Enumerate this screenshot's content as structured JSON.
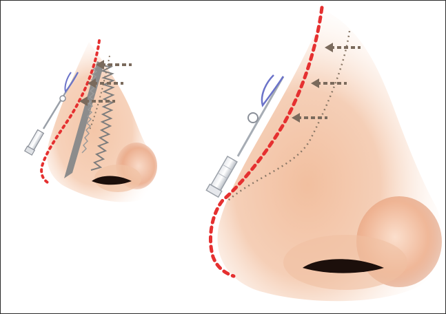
{
  "figure": {
    "panels": [
      {
        "id": "small",
        "depicts": "nose-profile-with-serrated-thread"
      },
      {
        "id": "large",
        "depicts": "nose-profile-lifted-bridge"
      }
    ],
    "colors": {
      "frame": "#2a2a2a",
      "skin_light": "#fbe3d3",
      "skin_mid": "#f1c0a2",
      "skin_dark": "#d98e6a",
      "nostril": "#1c0f0b",
      "profile_line": "#e53030",
      "contour_line": "#8a7867",
      "arrow": "#7a6a5c",
      "thread_teeth": "#7d7d7d",
      "needle": "#c9ccd1",
      "suture_loop": "#6b73c9"
    },
    "icons": [
      "cannula-needle-icon",
      "suture-loop-icon",
      "arrow-left-icon"
    ]
  }
}
